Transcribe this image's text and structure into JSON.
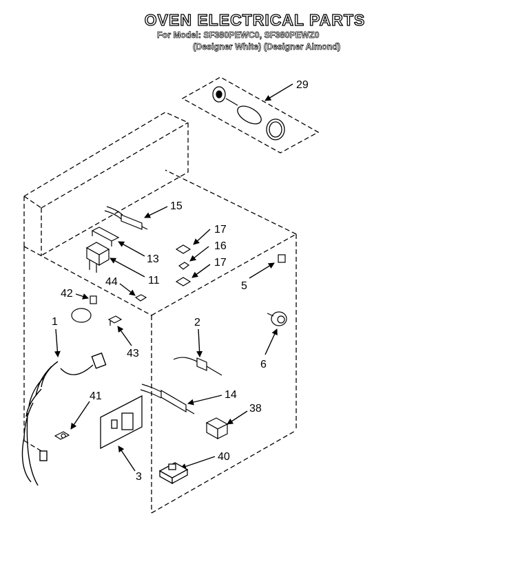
{
  "header": {
    "title": "OVEN ELECTRICAL PARTS",
    "model_line": "For Model: SF380PEWC0, SF380PEWZ0",
    "variant_line": "(Designer White)  (Designer Almond)"
  },
  "callouts": [
    {
      "id": "29",
      "label": "29"
    },
    {
      "id": "15",
      "label": "15"
    },
    {
      "id": "17a",
      "label": "17"
    },
    {
      "id": "16",
      "label": "16"
    },
    {
      "id": "17b",
      "label": "17"
    },
    {
      "id": "13",
      "label": "13"
    },
    {
      "id": "11",
      "label": "11"
    },
    {
      "id": "5",
      "label": "5"
    },
    {
      "id": "42",
      "label": "42"
    },
    {
      "id": "44",
      "label": "44"
    },
    {
      "id": "1",
      "label": "1"
    },
    {
      "id": "43",
      "label": "43"
    },
    {
      "id": "2",
      "label": "2"
    },
    {
      "id": "6",
      "label": "6"
    },
    {
      "id": "14",
      "label": "14"
    },
    {
      "id": "41",
      "label": "41"
    },
    {
      "id": "38",
      "label": "38"
    },
    {
      "id": "40",
      "label": "40"
    },
    {
      "id": "3",
      "label": "3"
    }
  ]
}
